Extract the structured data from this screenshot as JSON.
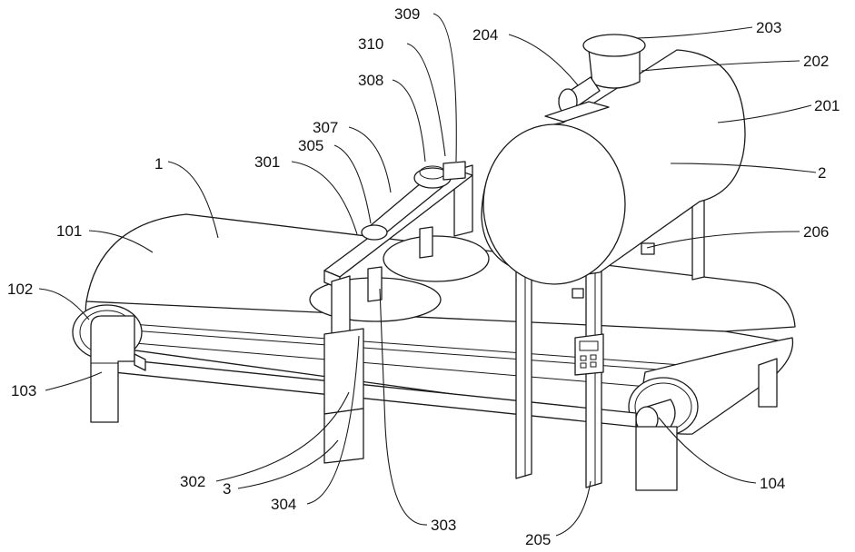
{
  "labels": {
    "l1": "1",
    "l101": "101",
    "l102": "102",
    "l103": "103",
    "l104": "104",
    "l2": "2",
    "l201": "201",
    "l202": "202",
    "l203": "203",
    "l204": "204",
    "l205": "205",
    "l206": "206",
    "l3": "3",
    "l301": "301",
    "l302": "302",
    "l303": "303",
    "l304": "304",
    "l305": "305",
    "l307": "307",
    "l308": "308",
    "l309": "309",
    "l310": "310"
  }
}
